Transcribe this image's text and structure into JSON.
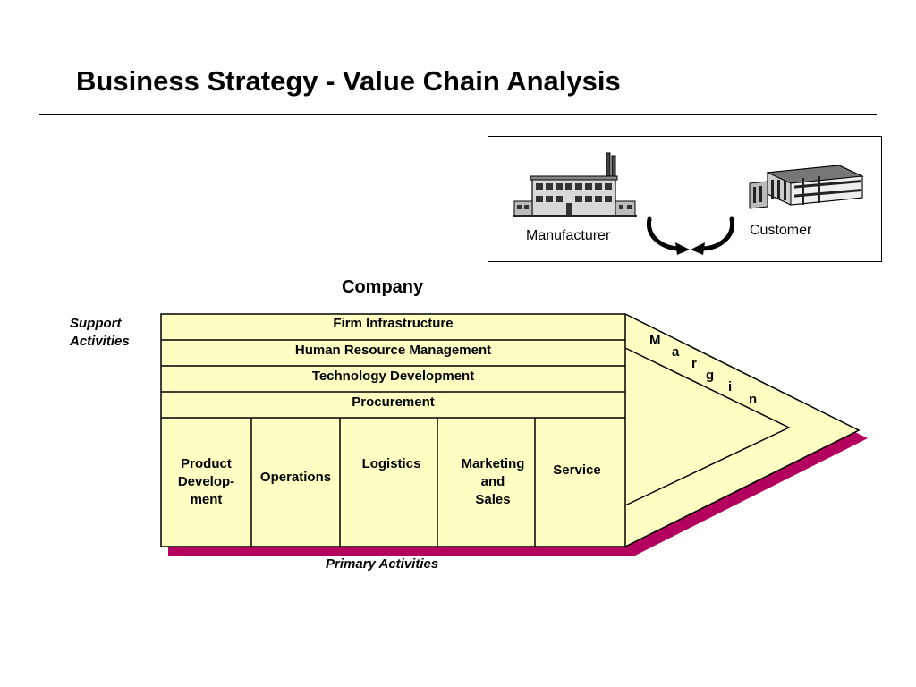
{
  "slide": {
    "title": "Business Strategy - Value Chain Analysis"
  },
  "inset": {
    "manufacturer_label": "Manufacturer",
    "customer_label": "Customer",
    "manufacturer_icon": "factory-icon",
    "customer_icon": "office-building-icon",
    "arrows_icon": "curved-arrows-icon"
  },
  "value_chain": {
    "company_label": "Company",
    "support_label_line1": "Support",
    "support_label_line2": "Activities",
    "primary_label": "Primary Activities",
    "support_activities": [
      "Firm Infrastructure",
      "Human Resource Management",
      "Technology Development",
      "Procurement"
    ],
    "primary_activities": [
      {
        "line1": "Product",
        "line2": "Develop-",
        "line3": "ment"
      },
      {
        "line1": "Operations"
      },
      {
        "line1": "Logistics"
      },
      {
        "line1": "Marketing",
        "line2": "and",
        "line3": "Sales"
      },
      {
        "line1": "Service"
      }
    ],
    "margin_letters": [
      "M",
      "a",
      "r",
      "g",
      "i",
      "n"
    ]
  },
  "colors": {
    "box_fill": "#ffffc4",
    "shadow": "#b3005f",
    "line": "#000000"
  }
}
